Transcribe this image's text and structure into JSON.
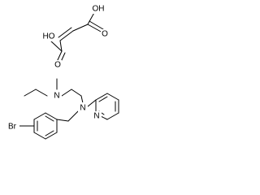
{
  "diagram": {
    "atoms": {
      "maleic_oh_top": "OH",
      "maleic_o_top": "O",
      "maleic_oh_left": "HO",
      "maleic_o_bottom": "O",
      "amine_n_top": "N",
      "amine_n_bottom": "N",
      "pyridine_n": "N",
      "bromine": "Br"
    },
    "colors": {
      "ink": "#000000",
      "background": "#ffffff"
    }
  }
}
